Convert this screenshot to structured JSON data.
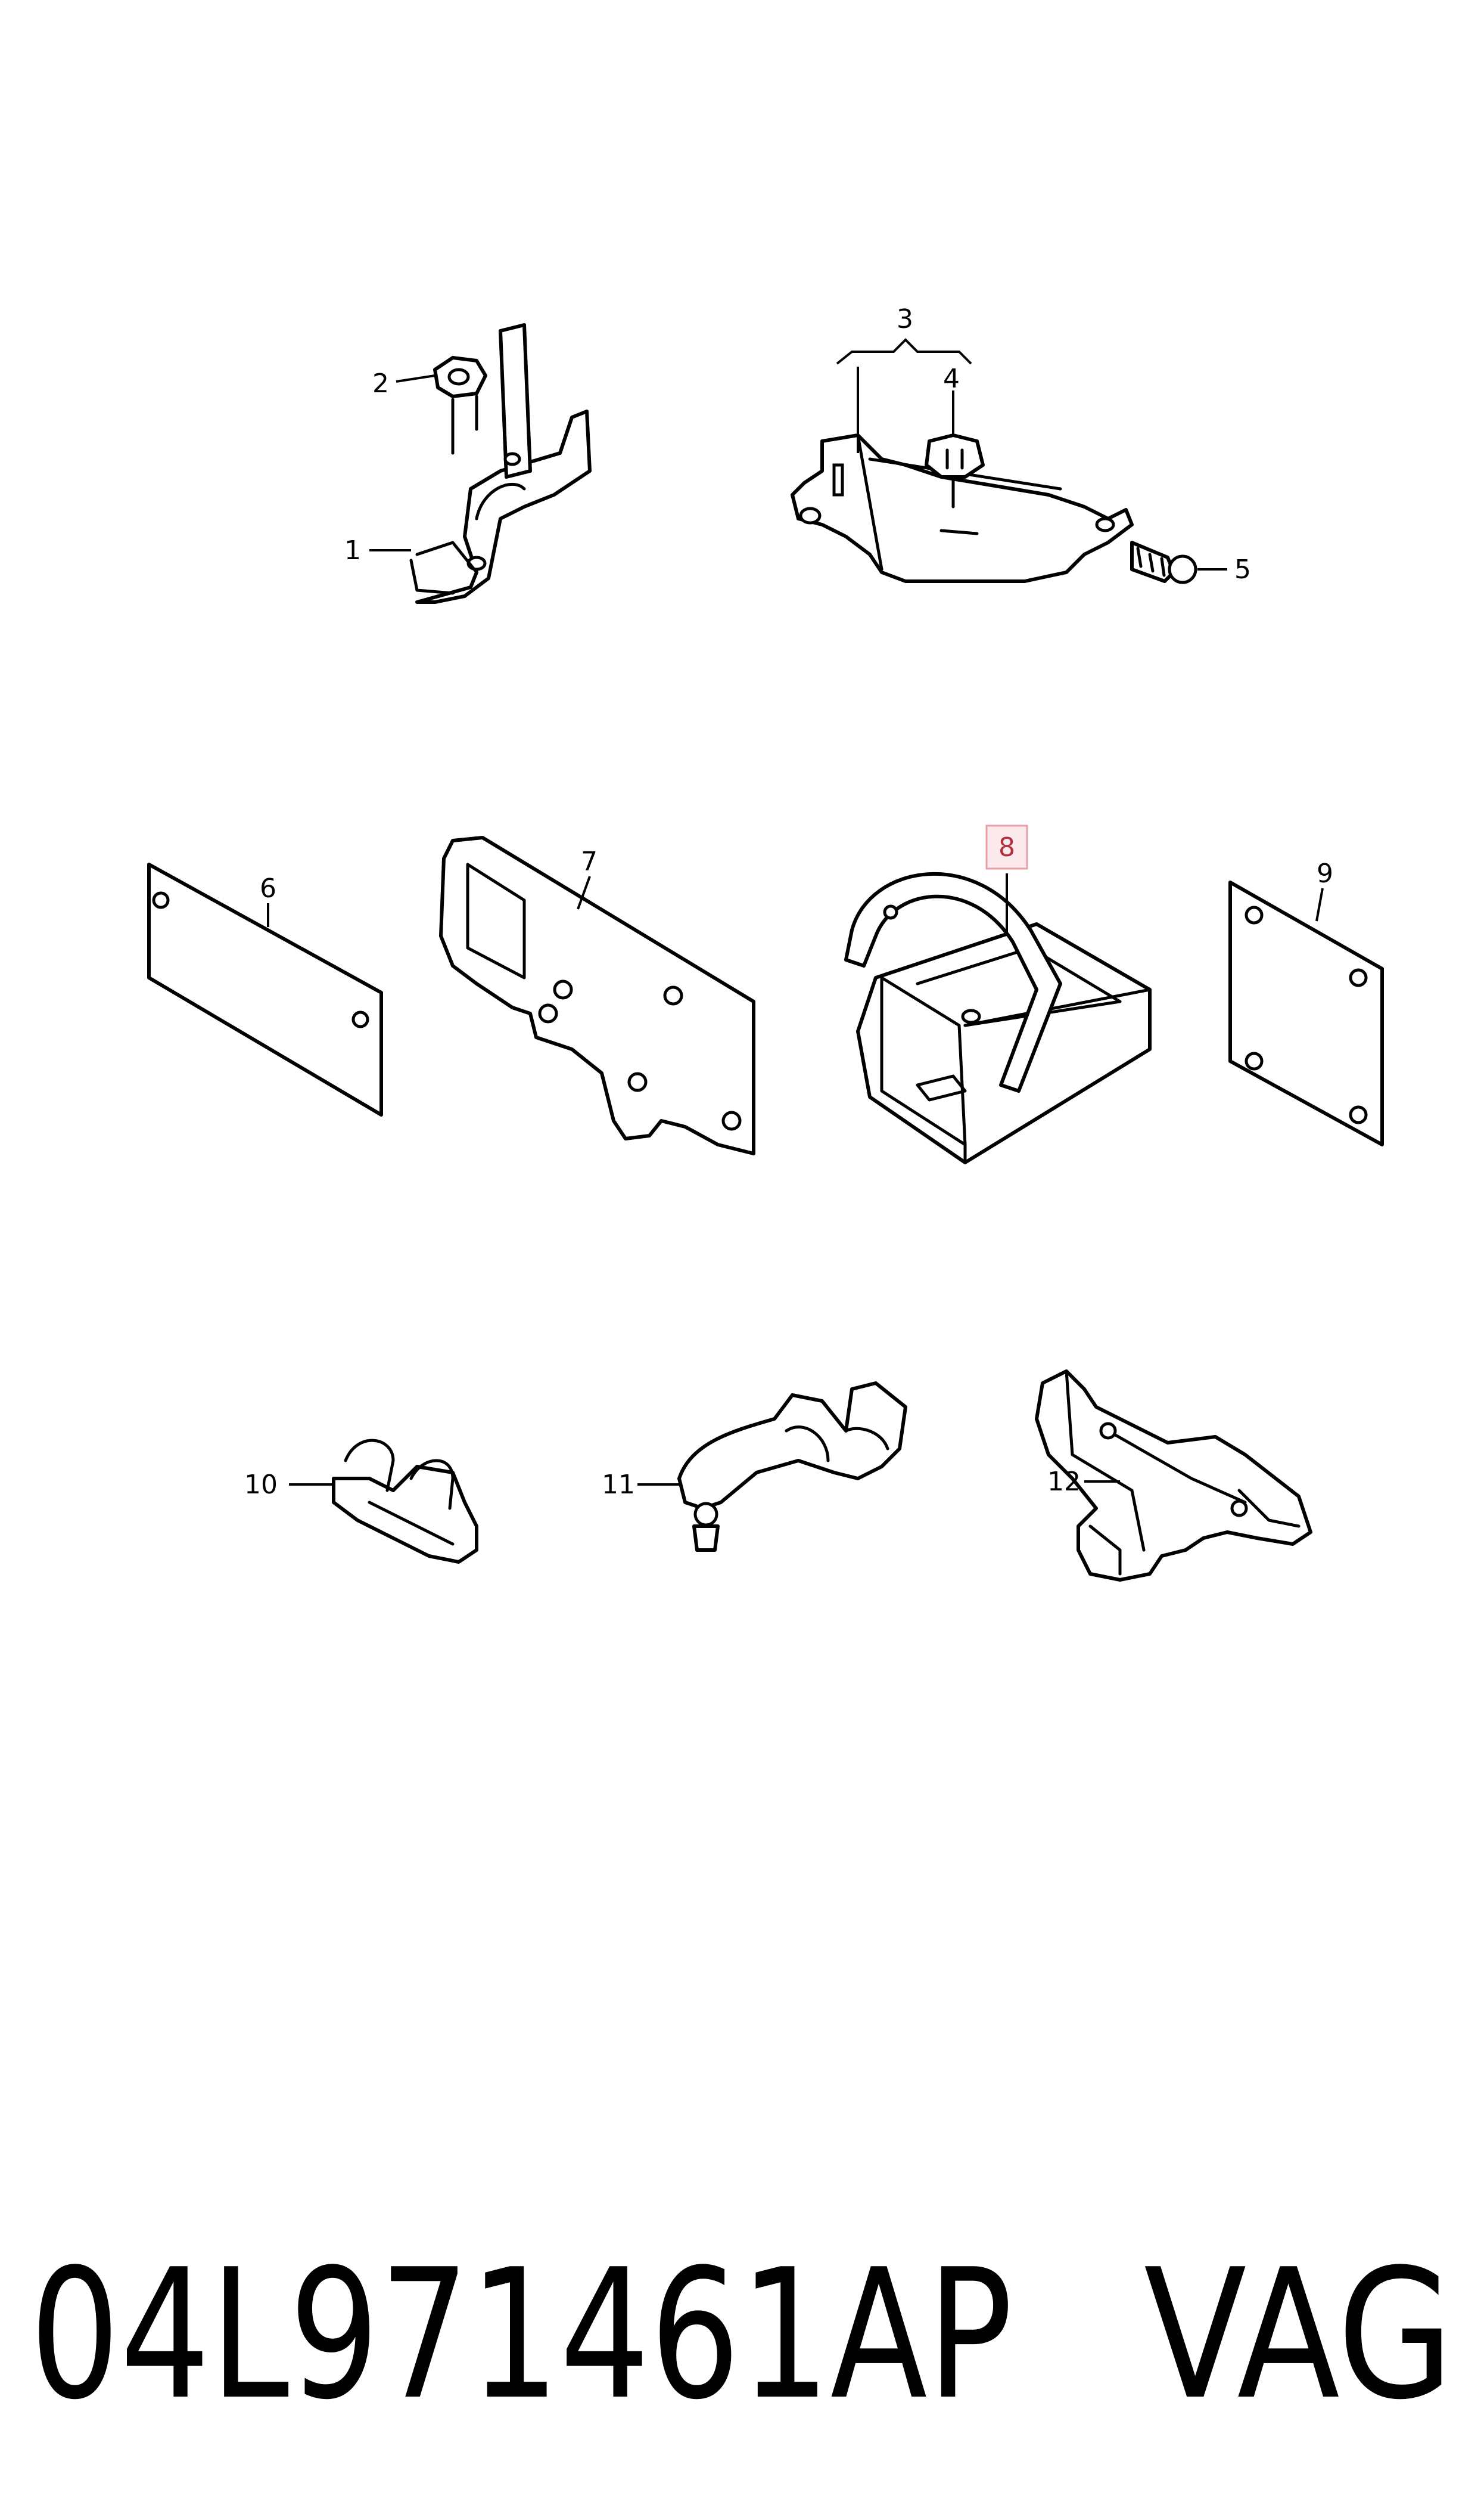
{
  "callouts": {
    "c1": "1",
    "c2": "2",
    "c3": "3",
    "c4": "4",
    "c5": "5",
    "c6": "6",
    "c7": "7",
    "c8": "8",
    "c9": "9",
    "c10": "10",
    "c11": "11",
    "c12": "12"
  },
  "highlight": {
    "callout": "8",
    "color": "#e8a0a8"
  },
  "footer": {
    "part_number": "04L971461AP",
    "brand": "VAG"
  }
}
